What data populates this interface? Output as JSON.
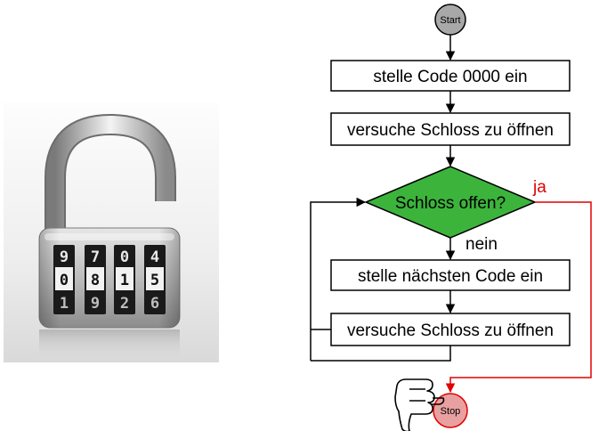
{
  "lock": {
    "digits_top": [
      "9",
      "7",
      "0",
      "4"
    ],
    "digits_middle": [
      "0",
      "8",
      "1",
      "5"
    ],
    "digits_bottom": [
      "1",
      "9",
      "2",
      "6"
    ]
  },
  "flowchart": {
    "start_label": "Start",
    "step1": "stelle Code 0000 ein",
    "step2": "versuche Schloss zu öffnen",
    "decision": "Schloss offen?",
    "yes_label": "ja",
    "no_label": "nein",
    "step3": "stelle nächsten Code ein",
    "step4": "versuche Schloss zu öffnen",
    "stop_label": "Stop"
  },
  "colors": {
    "decision_fill": "#3cb43c",
    "yes_path": "#e00000",
    "start_fill": "#a8a8a8",
    "stop_fill": "#e8a0a0",
    "stop_stroke": "#e00000"
  }
}
